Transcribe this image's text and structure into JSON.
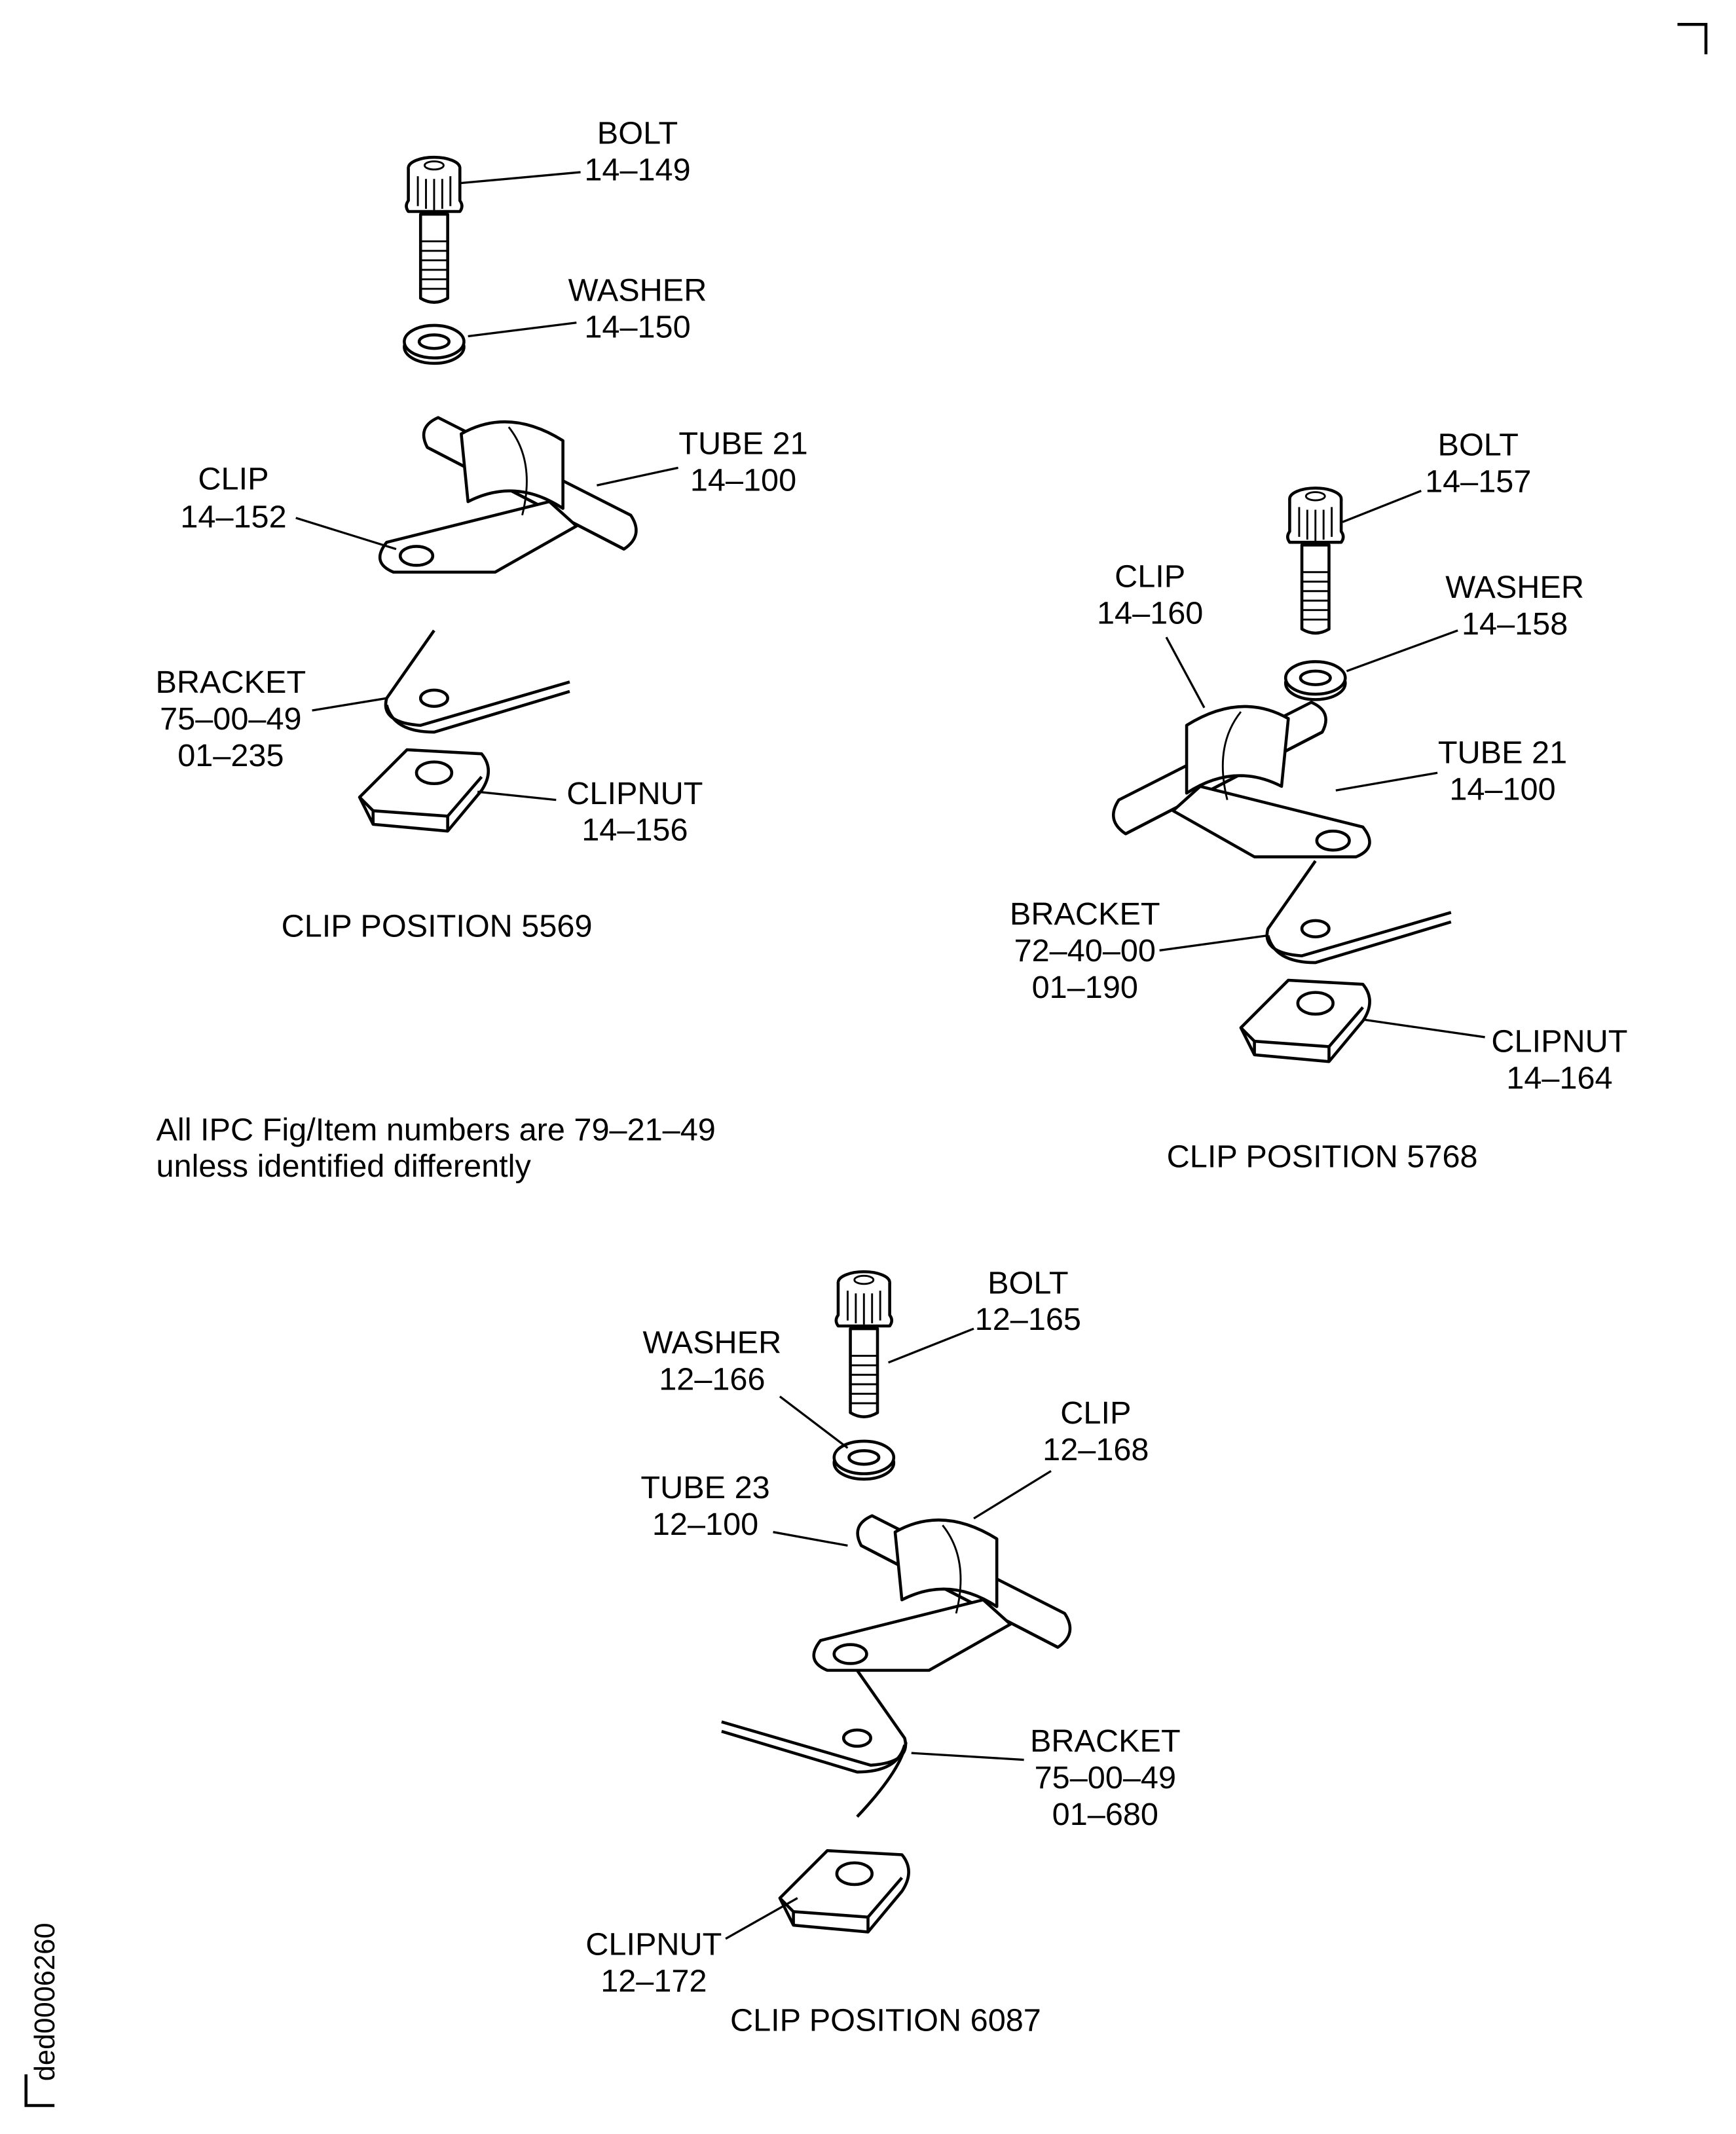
{
  "positions": [
    {
      "title": "CLIP POSITION 5569",
      "bolt": {
        "name": "BOLT",
        "item": "14–149"
      },
      "washer": {
        "name": "WASHER",
        "item": "14–150"
      },
      "tube": {
        "name": "TUBE 21",
        "item": "14–100"
      },
      "clip": {
        "name": "CLIP",
        "item": "14–152"
      },
      "bracket": {
        "name": "BRACKET",
        "ref": "75–00–49",
        "item": "01–235"
      },
      "clipnut": {
        "name": "CLIPNUT",
        "item": "14–156"
      }
    },
    {
      "title": "CLIP POSITION 5768",
      "bolt": {
        "name": "BOLT",
        "item": "14–157"
      },
      "washer": {
        "name": "WASHER",
        "item": "14–158"
      },
      "clip": {
        "name": "CLIP",
        "item": "14–160"
      },
      "tube": {
        "name": "TUBE 21",
        "item": "14–100"
      },
      "bracket": {
        "name": "BRACKET",
        "ref": "72–40–00",
        "item": "01–190"
      },
      "clipnut": {
        "name": "CLIPNUT",
        "item": "14–164"
      }
    },
    {
      "title": "CLIP POSITION 6087",
      "bolt": {
        "name": "BOLT",
        "item": "12–165"
      },
      "washer": {
        "name": "WASHER",
        "item": "12–166"
      },
      "clip": {
        "name": "CLIP",
        "item": "12–168"
      },
      "tube": {
        "name": "TUBE 23",
        "item": "12–100"
      },
      "bracket": {
        "name": "BRACKET",
        "ref": "75–00–49",
        "item": "01–680"
      },
      "clipnut": {
        "name": "CLIPNUT",
        "item": "12–172"
      }
    }
  ],
  "note": {
    "line1": "All IPC Fig/Item numbers are 79–21–49",
    "line2": "unless identified differently"
  },
  "drawing_id": "ded0006260"
}
